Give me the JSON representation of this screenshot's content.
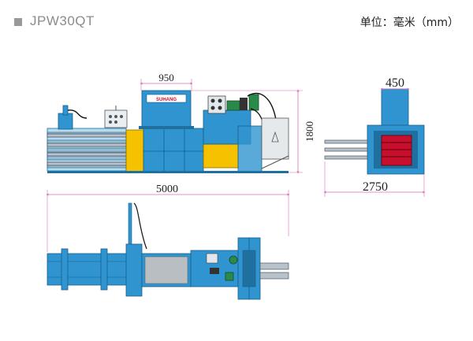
{
  "header": {
    "model": "JPW30QT",
    "unit_note": "单位：毫米（mm）"
  },
  "dimensions": {
    "hopper_width": "950",
    "height": "1800",
    "end_width": "450",
    "end_length": "2750",
    "total_length": "5000"
  },
  "panel_brand": "SUHANG",
  "colors": {
    "machine_blue": "#2f94cf",
    "machine_blue_dark": "#1f6f9f",
    "hopper_yellow": "#f6c200",
    "bale_red": "#c8102e",
    "rail_gray": "#9aa3ab",
    "dimension_line": "#d86fb6"
  }
}
